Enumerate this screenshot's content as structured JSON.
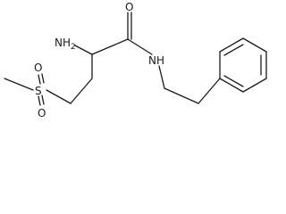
{
  "molecule": {
    "atom_labels": {
      "amine": "NH",
      "amine_subscript": "2",
      "carbonyl_oxygen": "O",
      "amide_nitrogen": "NH",
      "sulfonyl_sulfur": "S",
      "sulfonyl_oxygen_upper": "O",
      "sulfonyl_oxygen_lower": "O"
    }
  }
}
